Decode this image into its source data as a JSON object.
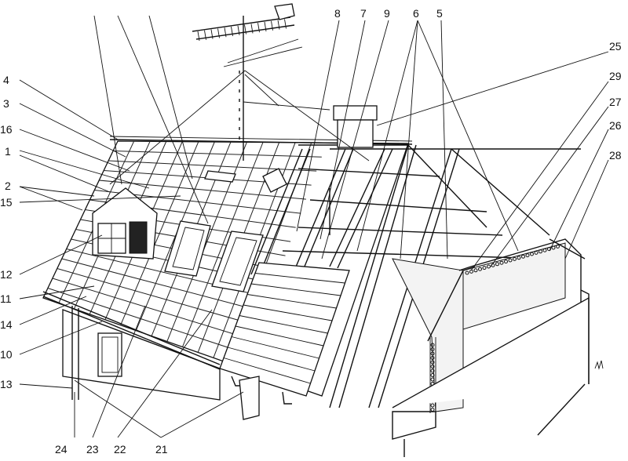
{
  "callouts": {
    "left": [
      "4",
      "3",
      "16",
      "1",
      "2",
      "15",
      "12",
      "11",
      "14",
      "10",
      "13"
    ],
    "top": [
      "8",
      "7",
      "9",
      "6",
      "5"
    ],
    "right": [
      "25",
      "29",
      "27",
      "26",
      "28"
    ],
    "bottom": [
      "24",
      "23",
      "22",
      "21"
    ]
  }
}
